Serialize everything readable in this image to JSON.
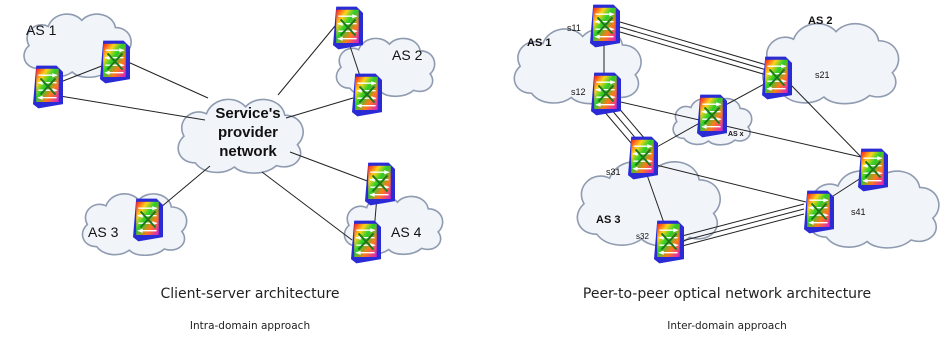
{
  "left_panel": {
    "clouds": {
      "as1": "AS 1",
      "as2": "AS 2",
      "as3": "AS 3",
      "as4": "AS 4",
      "provider_line1": "Service's",
      "provider_line2": "provider",
      "provider_line3": "network"
    },
    "caption": "Client-server architecture",
    "subcaption": "Intra-domain approach"
  },
  "right_panel": {
    "clouds": {
      "as1": "AS 1",
      "as2": "AS 2",
      "as3": "AS 3",
      "asx": "AS x"
    },
    "routers": {
      "s11": "s11",
      "s12": "s12",
      "s21": "s21",
      "s31": "s31",
      "s32": "s32",
      "s41": "s41"
    },
    "caption": "Peer-to-peer optical network architecture",
    "subcaption": "Inter-domain approach"
  },
  "colors": {
    "cloud_fill": "#f1f4f9",
    "cloud_stroke": "#8f9bb0",
    "link": "#222222",
    "router_frame": "#2b2bd6"
  },
  "icons": [
    "cloud-icon",
    "optical-router-icon"
  ]
}
